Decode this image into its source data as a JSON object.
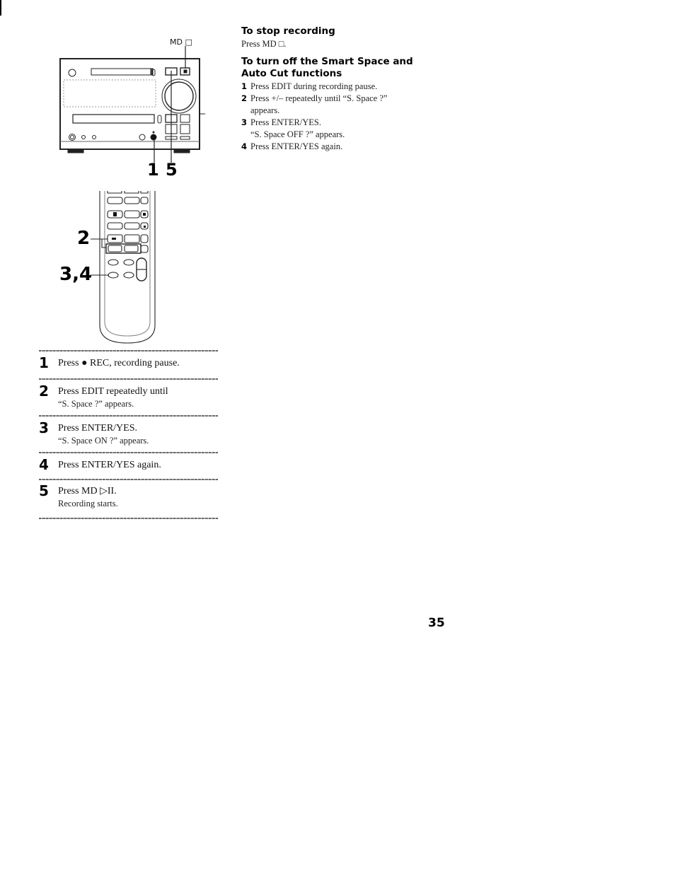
{
  "right_column": {
    "stop_heading": "To stop recording",
    "stop_text": "Press MD □.",
    "turnoff_heading_line1": "To turn off the Smart Space and",
    "turnoff_heading_line2": "Auto Cut functions",
    "turnoff_steps": [
      {
        "num": "1",
        "text": "Press EDIT during recording pause.",
        "sub": ""
      },
      {
        "num": "2",
        "text": "Press +/– repeatedly until “S. Space ?”",
        "sub": "appears."
      },
      {
        "num": "3",
        "text": "Press ENTER/YES.",
        "sub": "“S. Space OFF ?” appears."
      },
      {
        "num": "4",
        "text": "Press ENTER/YES again.",
        "sub": ""
      }
    ]
  },
  "figure": {
    "md_stop_label": "MD □",
    "unit_callouts": [
      "1",
      "5"
    ],
    "remote_callouts": [
      "2",
      "3,4"
    ],
    "icons": [
      "mini-system-unit",
      "remote-control",
      "record-button",
      "md-play-pause-button",
      "md-stop-button",
      "edit-button",
      "plus-minus-buttons",
      "enter-yes-button"
    ]
  },
  "procedure": {
    "steps": [
      {
        "num": "1",
        "pre": "Press ",
        "symbol": "●",
        "post": " REC, recording pause.",
        "sub": ""
      },
      {
        "num": "2",
        "pre": "Press EDIT repeatedly until",
        "symbol": "",
        "post": "",
        "sub": "“S. Space ?” appears."
      },
      {
        "num": "3",
        "pre": "Press ENTER/YES.",
        "symbol": "",
        "post": "",
        "sub": "“S. Space ON ?” appears."
      },
      {
        "num": "4",
        "pre": "Press ENTER/YES again.",
        "symbol": "",
        "post": "",
        "sub": ""
      },
      {
        "num": "5",
        "pre": "Press MD ",
        "symbol": "▷II",
        "post": ".",
        "sub": "Recording starts."
      }
    ]
  },
  "page_number": "35"
}
